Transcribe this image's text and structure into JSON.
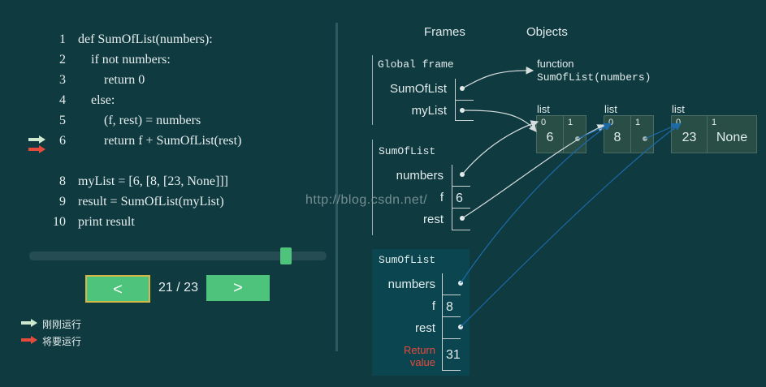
{
  "code": {
    "lines": [
      {
        "no": "1",
        "text": "def SumOfList(numbers):"
      },
      {
        "no": "2",
        "text": "    if not numbers:"
      },
      {
        "no": "3",
        "text": "        return 0"
      },
      {
        "no": "4",
        "text": "    else:"
      },
      {
        "no": "5",
        "text": "        (f, rest) = numbers"
      },
      {
        "no": "6",
        "text": "        return f + SumOfList(rest)"
      },
      {
        "no": "",
        "text": ""
      },
      {
        "no": "8",
        "text": "myList = [6, [8, [23, None]]]"
      },
      {
        "no": "9",
        "text": "result = SumOfList(myList)"
      },
      {
        "no": "10",
        "text": "print result"
      }
    ]
  },
  "navigation": {
    "prev_label": "<",
    "next_label": ">",
    "step": "21 / 23",
    "slider_position": 0.86
  },
  "legend": {
    "just_executed": "刚刚运行",
    "next_to_execute": "将要运行"
  },
  "headers": {
    "frames": "Frames",
    "objects": "Objects"
  },
  "global_frame": {
    "title": "Global frame",
    "vars": [
      {
        "name": "SumOfList"
      },
      {
        "name": "myList"
      }
    ]
  },
  "frame1": {
    "title": "SumOfList",
    "vars": [
      {
        "name": "numbers",
        "value": ""
      },
      {
        "name": "f",
        "value": "6"
      },
      {
        "name": "rest",
        "value": ""
      }
    ]
  },
  "frame2": {
    "title": "SumOfList",
    "vars": [
      {
        "name": "numbers",
        "value": ""
      },
      {
        "name": "f",
        "value": "8"
      },
      {
        "name": "rest",
        "value": ""
      }
    ],
    "return_label": "Return\nvalue",
    "return_value": "31"
  },
  "objects": {
    "function_label": "function",
    "function_sig": "SumOfList(numbers)",
    "lists": [
      {
        "label": "list",
        "cells": [
          {
            "idx": "0",
            "val": "6"
          },
          {
            "idx": "1",
            "val": ""
          }
        ]
      },
      {
        "label": "list",
        "cells": [
          {
            "idx": "0",
            "val": "8"
          },
          {
            "idx": "1",
            "val": ""
          }
        ]
      },
      {
        "label": "list",
        "cells": [
          {
            "idx": "0",
            "val": "23"
          },
          {
            "idx": "1",
            "val": "None"
          }
        ]
      }
    ]
  },
  "watermark": "http://blog.csdn.net/",
  "colors": {
    "background": "#0f3a40",
    "accent": "#4ec37b",
    "pointer_green": "#cde8cf",
    "pointer_red": "#e44b3d",
    "active_arrow": "#1d6aa8"
  }
}
